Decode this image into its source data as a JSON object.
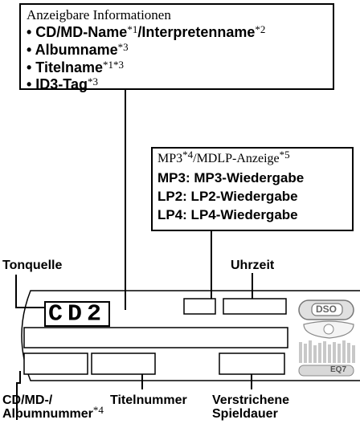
{
  "info_box": {
    "heading": "Anzeigbare Informationen",
    "items": [
      {
        "text": "• CD/MD-Name",
        "sup1": "*1",
        "text2": "/Interpretenname",
        "sup2": "*2"
      },
      {
        "text": "• Albumname",
        "sup1": "*3"
      },
      {
        "text": "• Titelname",
        "sup1": "*1*3"
      },
      {
        "text": "• ID3-Tag",
        "sup1": "*3"
      }
    ]
  },
  "mp3_box": {
    "heading_a": "MP3",
    "heading_sup_a": "*4",
    "heading_b": "/MDLP-Anzeige",
    "heading_sup_b": "*5",
    "lines": [
      "MP3: MP3-Wiedergabe",
      "LP2: LP2-Wiedergabe",
      "LP4: LP4-Wiedergabe"
    ]
  },
  "labels": {
    "tonquelle": "Tonquelle",
    "uhrzeit": "Uhrzeit",
    "cdmd_line1": "CD/MD-/",
    "cdmd_line2": "Albumnummer",
    "cdmd_sup": "*4",
    "titelnummer": "Titelnummer",
    "verstrichene_1": "Verstrichene",
    "verstrichene_2": "Spieldauer"
  },
  "display": {
    "source_text": "CD2",
    "dso_text": "DSO",
    "eq_text": "EQ7"
  }
}
